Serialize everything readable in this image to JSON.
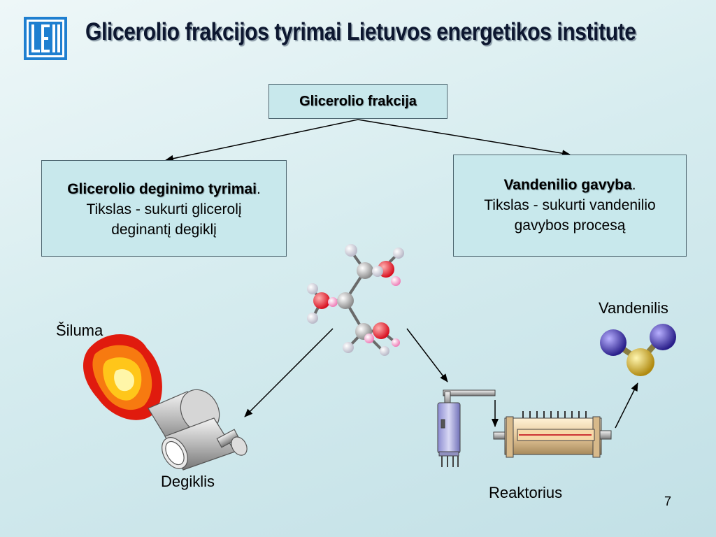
{
  "header": {
    "title": "Glicerolio frakcijos tyrimai Lietuvos energetikos institute",
    "logo_text": "LEI"
  },
  "diagram": {
    "root": "Glicerolio frakcija",
    "left_box": {
      "bold": "Glicerolio deginimo tyrimai",
      "suffix": ".",
      "line2": "Tikslas - sukurti glicerolį",
      "line3": "deginantį degiklį"
    },
    "right_box": {
      "bold": "Vandenilio gavyba",
      "suffix": ".",
      "line2": "Tikslas - sukurti vandenilio",
      "line3": "gavybos procesą"
    },
    "labels": {
      "heat": "Šiluma",
      "burner": "Degiklis",
      "reactor": "Reaktorius",
      "hydrogen": "Vandenilis"
    }
  },
  "footer": {
    "page_number": "7"
  },
  "icons": [
    "lei-logo-icon",
    "flame-icon",
    "burner-icon",
    "glycerol-molecule-icon",
    "reactor-icon",
    "hydrogen-molecule-icon"
  ],
  "colors": {
    "box_fill": "#c8e8ec",
    "flame_red": "#e8230c",
    "flame_yellow": "#ffe14a",
    "logo_blue": "#1f77c8"
  }
}
